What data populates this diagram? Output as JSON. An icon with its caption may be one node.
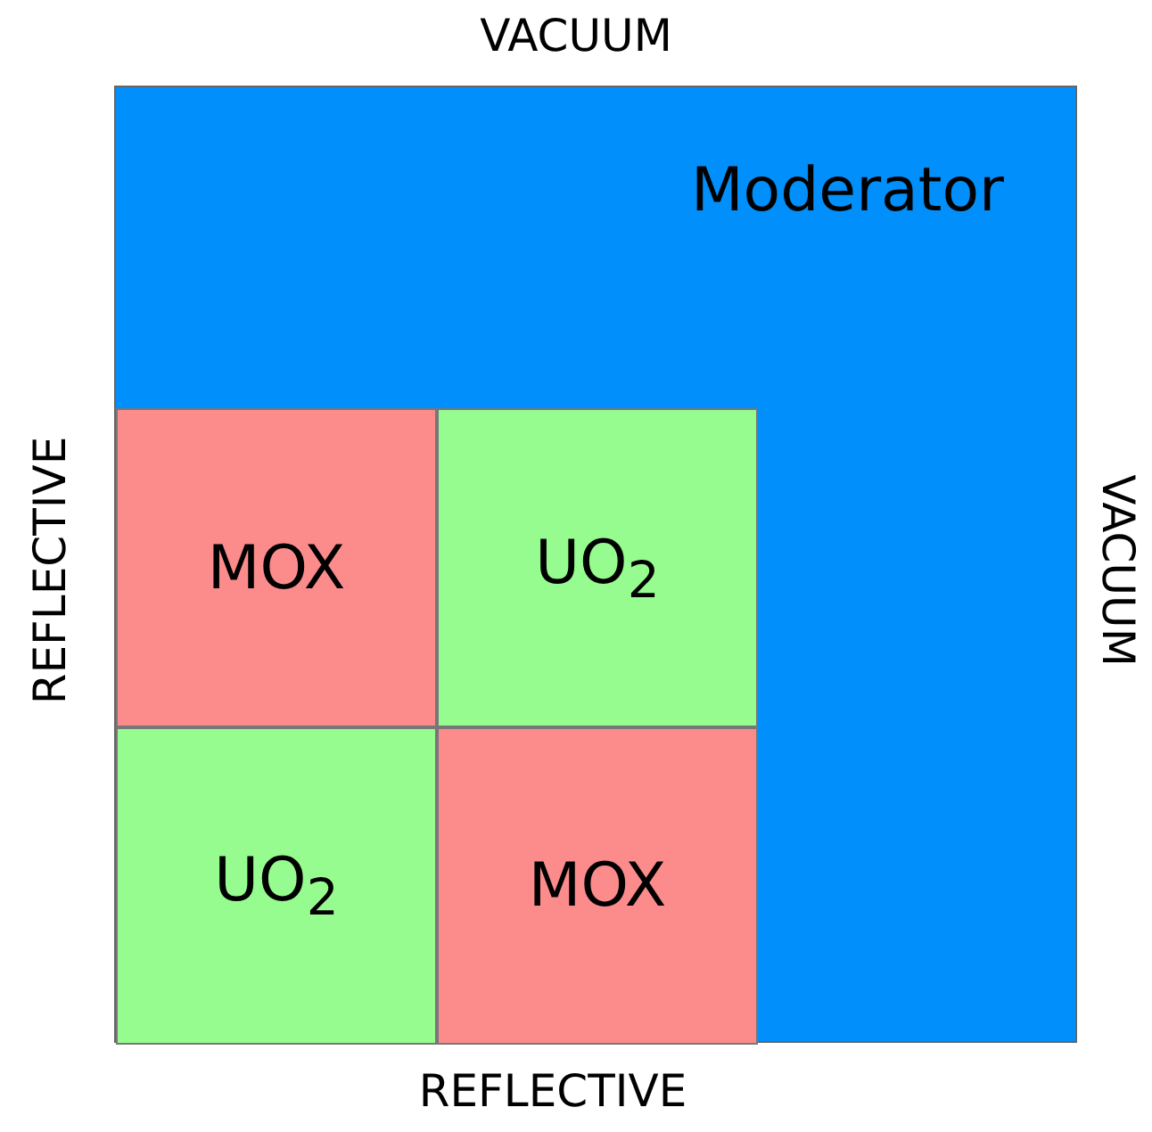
{
  "diagram": {
    "nodes": [
      {
        "text": [
          "Moderator"
        ]
      },
      {
        "text": [
          "MOX"
        ],
        "in": 0
      },
      {
        "text": [
          "UO$_{2}$"
        ],
        "in": 0
      },
      {
        "text": [
          "UO$_{2}$"
        ],
        "in": 0
      },
      {
        "text": [
          "MOX"
        ],
        "in": 0
      }
    ],
    "labels": [
      "VACUUM",
      "REFLECTIVE",
      "VACUUM",
      "REFLECTIVE"
    ]
  }
}
